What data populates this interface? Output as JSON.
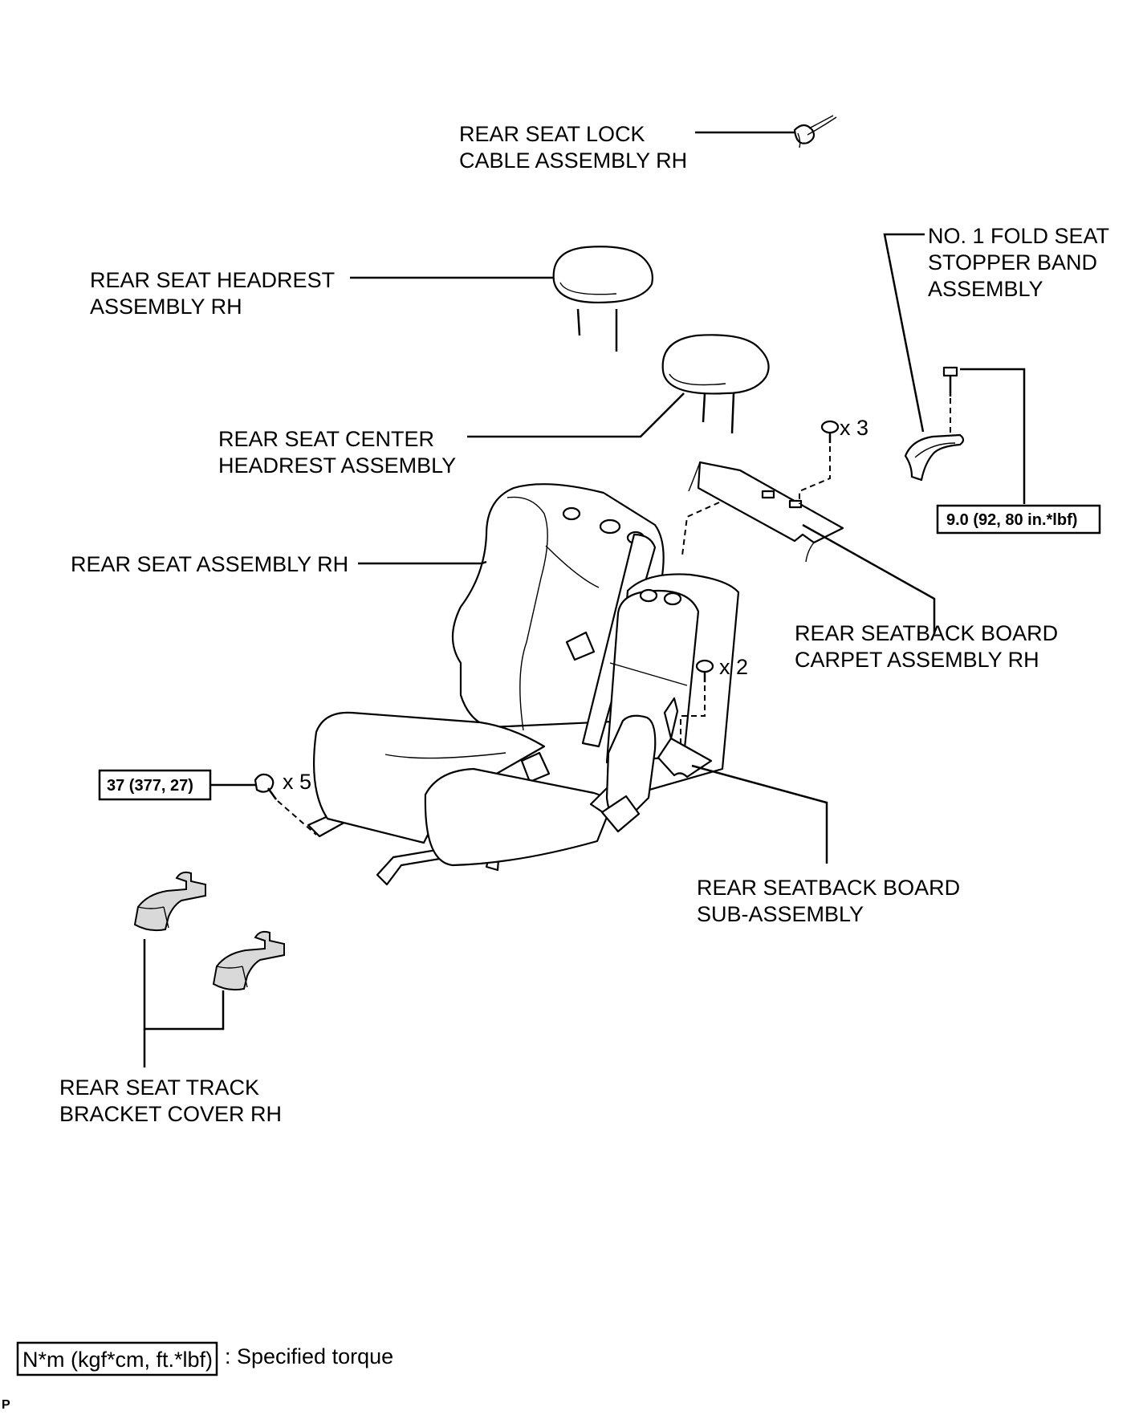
{
  "labels": {
    "lock_cable": [
      "REAR SEAT LOCK",
      "CABLE ASSEMBLY RH"
    ],
    "headrest_rh": [
      "REAR SEAT HEADREST",
      "ASSEMBLY RH"
    ],
    "center_headrest": [
      "REAR SEAT CENTER",
      "HEADREST ASSEMBLY"
    ],
    "seat_assembly": [
      "REAR SEAT ASSEMBLY RH"
    ],
    "stopper_band": [
      "NO. 1 FOLD SEAT",
      "STOPPER BAND",
      "ASSEMBLY"
    ],
    "board_carpet": [
      "REAR SEATBACK BOARD",
      "CARPET ASSEMBLY RH"
    ],
    "board_sub": [
      "REAR SEATBACK BOARD",
      "SUB-ASSEMBLY"
    ],
    "track_cover": [
      "REAR SEAT TRACK",
      "BRACKET COVER RH"
    ]
  },
  "quantities": {
    "clips_carpet": "x 3",
    "clips_board": "x 2",
    "bolts_seat": "x 5"
  },
  "torques": {
    "seat_bolts": "37 (377, 27)",
    "stopper_bolt": "9.0 (92, 80 in.*lbf)"
  },
  "legend": {
    "unit": "N*m (kgf*cm, ft.*lbf)",
    "description": ": Specified torque"
  },
  "corner_mark": "P"
}
